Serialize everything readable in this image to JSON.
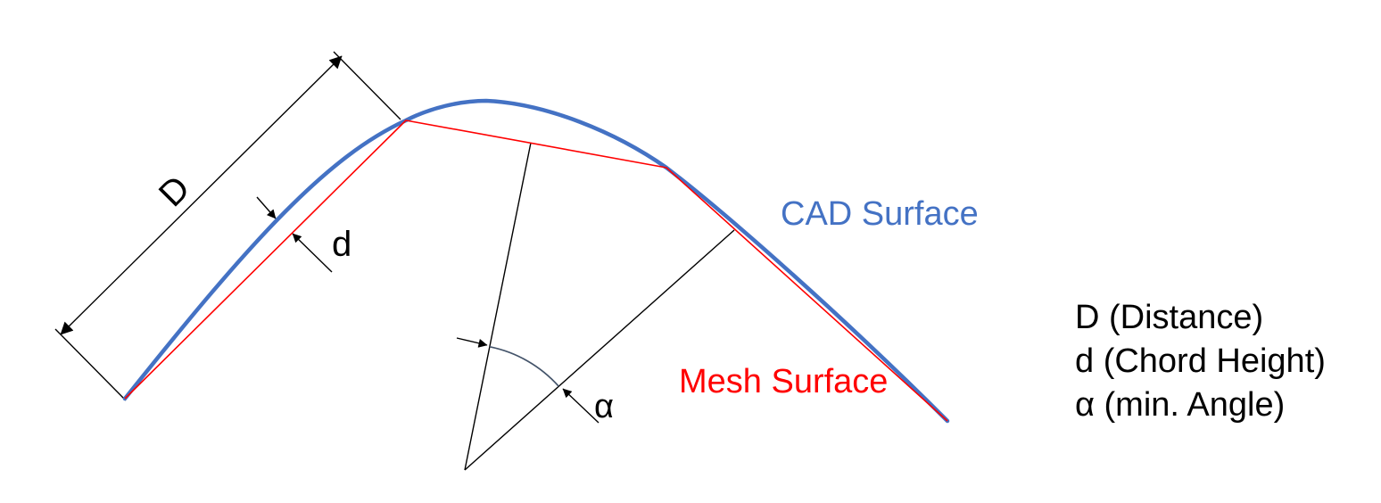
{
  "colors": {
    "background": "#FFFFFF",
    "cad_surface": "#4472C4",
    "mesh_surface": "#FF0000",
    "construction": "#000000",
    "angle_arc": "#44546A",
    "text": "#000000"
  },
  "labels": {
    "cad_surface": "CAD Surface",
    "mesh_surface": "Mesh Surface",
    "distance": "D",
    "chord_height": "d",
    "min_angle": "α"
  },
  "legend": {
    "items": [
      "D (Distance)",
      "d (Chord Height)",
      "α (min. Angle)"
    ]
  }
}
